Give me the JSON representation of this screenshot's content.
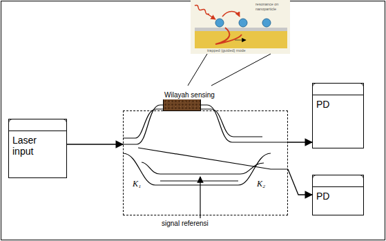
{
  "diagram": {
    "nodes": [
      {
        "text": [
          "Laser input"
        ]
      },
      {
        "text": [
          "K₁",
          "K₂"
        ]
      },
      {
        "text": [
          "Wilayah sensing"
        ],
        "in": 1
      },
      {
        "text": [
          "PD"
        ]
      },
      {
        "text": [
          "PD"
        ]
      }
    ],
    "edges": [
      {
        "from": 0,
        "to": 1,
        "arrow": "to"
      },
      {
        "from": 1,
        "to": 3,
        "arrow": "to"
      },
      {
        "from": 1,
        "to": 4,
        "arrow": "to"
      }
    ],
    "labels": [
      "resonance on nanoparticle",
      "trapped (guided) mode",
      "signal referensi"
    ]
  }
}
